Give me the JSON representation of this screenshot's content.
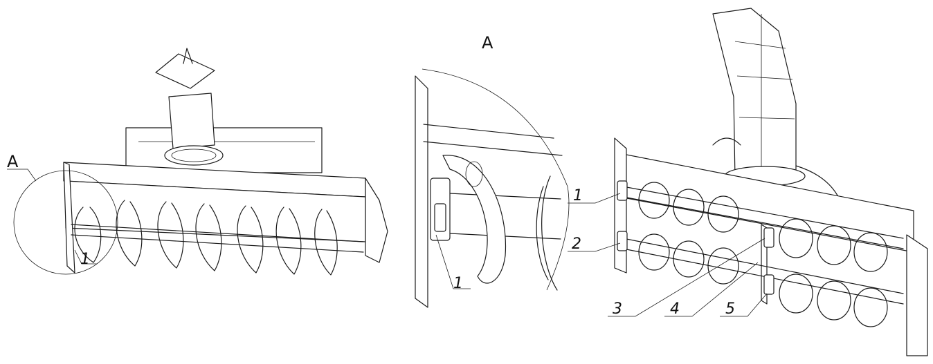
{
  "left_view": {
    "view_tag": "A",
    "callouts": [
      "1"
    ]
  },
  "detail_view": {
    "title": "A",
    "callouts": [
      "1"
    ]
  },
  "right_view": {
    "callouts": [
      "1",
      "2",
      "3",
      "4",
      "5"
    ]
  },
  "colors": {
    "line": "#1a1a1a",
    "background": "#ffffff"
  }
}
